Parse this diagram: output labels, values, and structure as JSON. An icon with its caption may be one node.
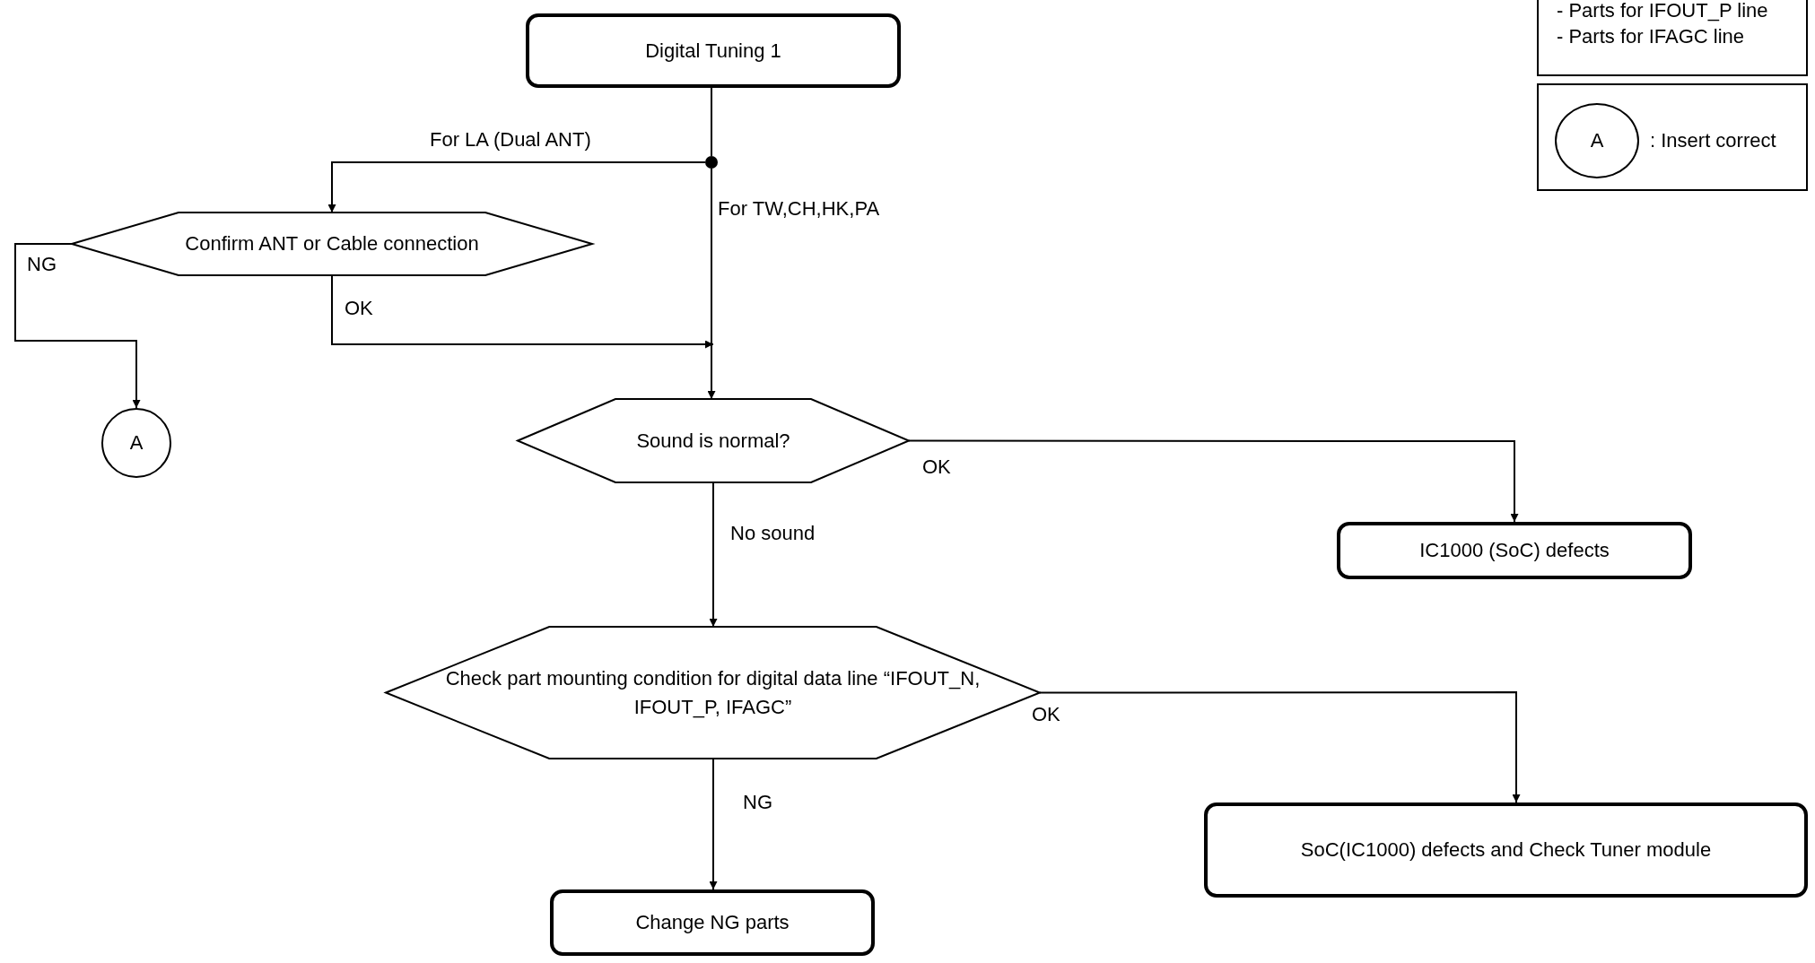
{
  "diagram": {
    "nodes": [
      {
        "text": [
          "Digital Tuning 1"
        ]
      },
      {
        "text": [],
        "shape": "circle"
      },
      {
        "text": [
          "Confirm ANT or Cable connection"
        ]
      },
      {
        "text": [
          "A"
        ]
      },
      {
        "text": [
          "Sound is normal?"
        ]
      },
      {
        "text": [
          "IC1000 (SoC) defects"
        ]
      },
      {
        "text": [
          "Check part mounting condition for digital data line “IFOUT_N, IFOUT_P, IFAGC”"
        ]
      },
      {
        "text": [
          "Change NG parts"
        ]
      },
      {
        "text": [
          "SoC(IC1000) defects and Check Tuner module"
        ]
      },
      {
        "text": [
          "- Parts for IFOUT_P line",
          "- Parts for IFAGC line"
        ]
      },
      {
        "text": [
          ": Insert correct"
        ]
      },
      {
        "text": [
          "A"
        ],
        "in": 10
      }
    ],
    "edges": [
      {
        "from": 0,
        "to": 1,
        "arrow": "none"
      },
      {
        "from": 1,
        "to": 2,
        "arrow": "to",
        "label": "For LA (Dual ANT)"
      },
      {
        "from": 1,
        "to": 4,
        "arrow": "to",
        "label": "For TW,CH,HK,PA"
      },
      {
        "from": 2,
        "to": 3,
        "arrow": "to",
        "label": "NG"
      },
      {
        "from": 2,
        "to": 4,
        "arrow": "to",
        "label": "OK"
      },
      {
        "from": 4,
        "to": 5,
        "arrow": "to",
        "label": "OK"
      },
      {
        "from": 4,
        "to": 6,
        "arrow": "to",
        "label": "No sound"
      },
      {
        "from": 6,
        "to": 7,
        "arrow": "to",
        "label": "NG"
      },
      {
        "from": 6,
        "to": 8,
        "arrow": "to",
        "label": "OK"
      }
    ]
  }
}
